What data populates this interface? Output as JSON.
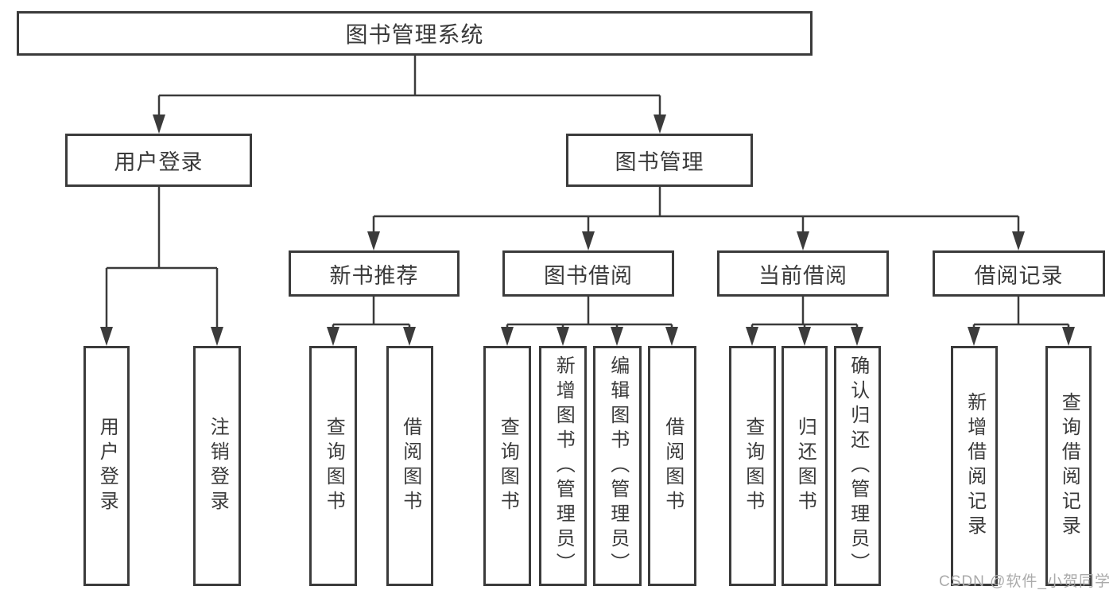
{
  "diagram": {
    "title": "图书管理系统",
    "root": {
      "label": "图书管理系统"
    },
    "branches": [
      {
        "label": "用户登录",
        "children": [
          {
            "label": "用户登录"
          },
          {
            "label": "注销登录"
          }
        ]
      },
      {
        "label": "图书管理",
        "children": [
          {
            "label": "新书推荐",
            "children": [
              {
                "label": "查询图书"
              },
              {
                "label": "借阅图书"
              }
            ]
          },
          {
            "label": "图书借阅",
            "children": [
              {
                "label": "查询图书"
              },
              {
                "label": "新增图书（管理员）"
              },
              {
                "label": "编辑图书（管理员）"
              },
              {
                "label": "借阅图书"
              }
            ]
          },
          {
            "label": "当前借阅",
            "children": [
              {
                "label": "查询图书"
              },
              {
                "label": "归还图书"
              },
              {
                "label": "确认归还（管理员）"
              }
            ]
          },
          {
            "label": "借阅记录",
            "children": [
              {
                "label": "新增借阅记录"
              },
              {
                "label": "查询借阅记录"
              }
            ]
          }
        ]
      }
    ]
  },
  "watermark": {
    "text": "CSDN @软件_小贺同学"
  },
  "colors": {
    "line": "#3b3b3b",
    "text": "#3a3a3a",
    "box_bg": "#ffffff",
    "background": "#ffffff",
    "watermark": "#aaaaaa"
  }
}
